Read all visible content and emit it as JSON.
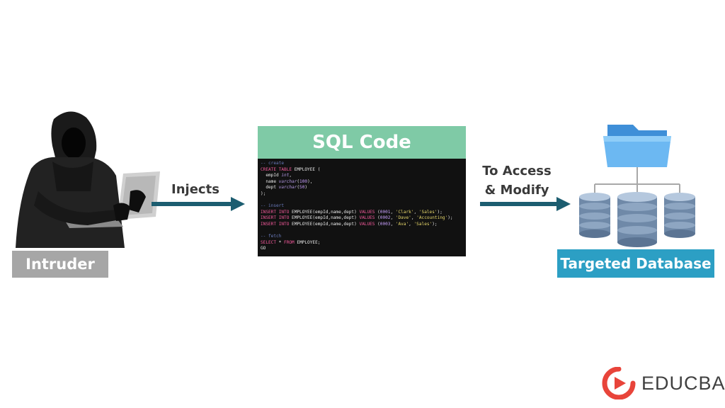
{
  "diagram": {
    "intruder_label": "Intruder",
    "injects_label": "Injects",
    "sql_title": "SQL Code",
    "access_line1": "To Access",
    "access_line2": "& Modify",
    "database_label": "Targeted Database"
  },
  "sql_code": {
    "comment_create": "-- create",
    "line_create": "CREATE TABLE EMPLOYEE (",
    "line_empid": "  empId int,",
    "line_name": "  name varchar(100),",
    "line_dept": "  dept varchar(50)",
    "line_close": ");",
    "comment_insert": "-- insert",
    "insert_1": "INSERT INTO EMPLOYEE(empId,name,dept) VALUES (0001, 'Clark', 'Sales');",
    "insert_2": "INSERT INTO EMPLOYEE(empId,name,dept) VALUES (0002, 'Dave', 'Accounting');",
    "insert_3": "INSERT INTO EMPLOYEE(empId,name,dept) VALUES (0003, 'Ava', 'Sales');",
    "comment_fetch": "-- fetch",
    "line_select": "SELECT * FROM EMPLOYEE;",
    "line_go": "GO"
  },
  "logo": {
    "brand_text": "EDUCBA"
  },
  "colors": {
    "arrow": "#1c5d70",
    "sql_header": "#7fcaa6",
    "intruder_label_bg": "#a6a6a6",
    "database_label_bg": "#2c9fc4",
    "logo_accent": "#e8443a"
  },
  "icons": {
    "intruder": "hooded-hacker-with-laptop",
    "database": "folder-with-database-cylinders",
    "logo": "educba-play-logo-icon"
  }
}
